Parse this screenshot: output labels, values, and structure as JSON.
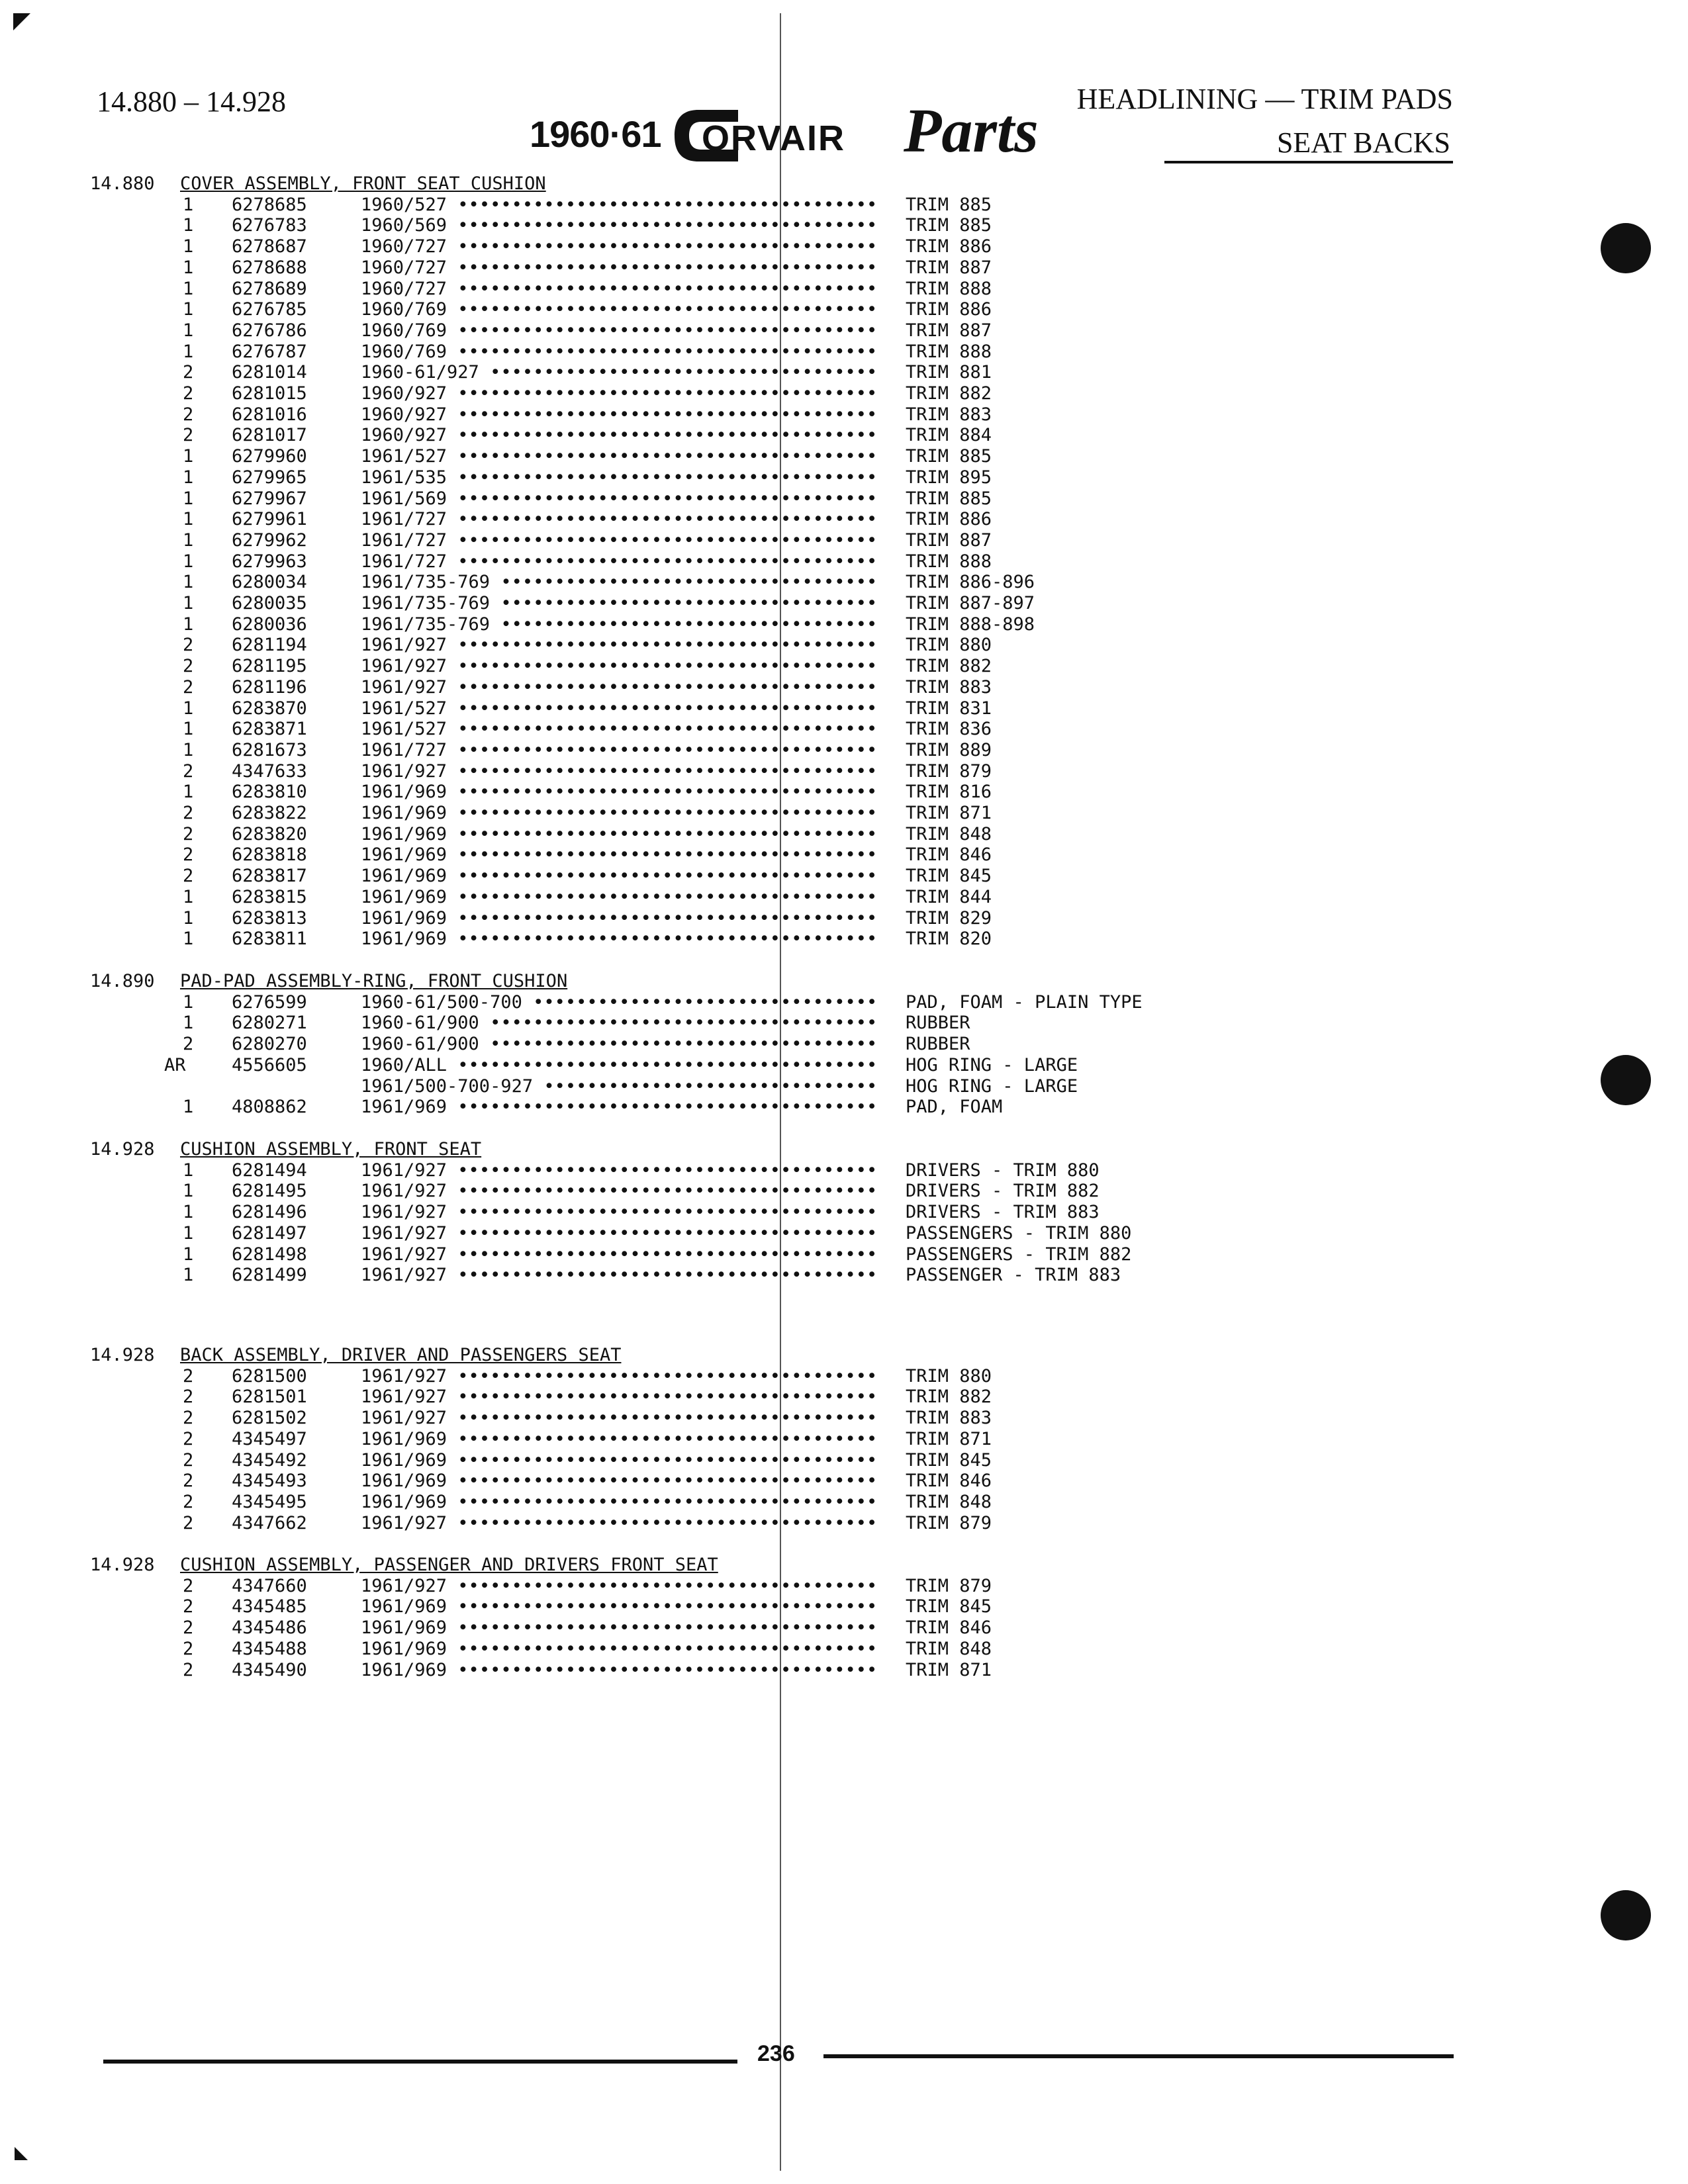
{
  "header": {
    "page_range": "14.880 – 14.928",
    "logo_year": "1960·61",
    "logo_brand": "ORVAIR",
    "logo_script": "Parts",
    "title_line1": "HEADLINING — TRIM PADS",
    "title_line2": "SEAT BACKS"
  },
  "page_number": "236",
  "sections": [
    {
      "code": "14.880",
      "title": "COVER ASSEMBLY, FRONT SEAT CUSHION",
      "rows": [
        {
          "qty": "1",
          "part": "6278685",
          "year": "1960/527",
          "desc": "TRIM 885"
        },
        {
          "qty": "1",
          "part": "6276783",
          "year": "1960/569",
          "desc": "TRIM 885"
        },
        {
          "qty": "1",
          "part": "6278687",
          "year": "1960/727",
          "desc": "TRIM 886"
        },
        {
          "qty": "1",
          "part": "6278688",
          "year": "1960/727",
          "desc": "TRIM 887"
        },
        {
          "qty": "1",
          "part": "6278689",
          "year": "1960/727",
          "desc": "TRIM 888"
        },
        {
          "qty": "1",
          "part": "6276785",
          "year": "1960/769",
          "desc": "TRIM 886"
        },
        {
          "qty": "1",
          "part": "6276786",
          "year": "1960/769",
          "desc": "TRIM 887"
        },
        {
          "qty": "1",
          "part": "6276787",
          "year": "1960/769",
          "desc": "TRIM 888"
        },
        {
          "qty": "2",
          "part": "6281014",
          "year": "1960-61/927",
          "desc": "TRIM 881"
        },
        {
          "qty": "2",
          "part": "6281015",
          "year": "1960/927",
          "desc": "TRIM 882"
        },
        {
          "qty": "2",
          "part": "6281016",
          "year": "1960/927",
          "desc": "TRIM 883"
        },
        {
          "qty": "2",
          "part": "6281017",
          "year": "1960/927",
          "desc": "TRIM 884"
        },
        {
          "qty": "1",
          "part": "6279960",
          "year": "1961/527",
          "desc": "TRIM 885"
        },
        {
          "qty": "1",
          "part": "6279965",
          "year": "1961/535",
          "desc": "TRIM 895"
        },
        {
          "qty": "1",
          "part": "6279967",
          "year": "1961/569",
          "desc": "TRIM 885"
        },
        {
          "qty": "1",
          "part": "6279961",
          "year": "1961/727",
          "desc": "TRIM 886"
        },
        {
          "qty": "1",
          "part": "6279962",
          "year": "1961/727",
          "desc": "TRIM 887"
        },
        {
          "qty": "1",
          "part": "6279963",
          "year": "1961/727",
          "desc": "TRIM 888"
        },
        {
          "qty": "1",
          "part": "6280034",
          "year": "1961/735-769",
          "desc": "TRIM 886-896"
        },
        {
          "qty": "1",
          "part": "6280035",
          "year": "1961/735-769",
          "desc": "TRIM 887-897"
        },
        {
          "qty": "1",
          "part": "6280036",
          "year": "1961/735-769",
          "desc": "TRIM 888-898"
        },
        {
          "qty": "2",
          "part": "6281194",
          "year": "1961/927",
          "desc": "TRIM 880"
        },
        {
          "qty": "2",
          "part": "6281195",
          "year": "1961/927",
          "desc": "TRIM 882"
        },
        {
          "qty": "2",
          "part": "6281196",
          "year": "1961/927",
          "desc": "TRIM 883"
        },
        {
          "qty": "1",
          "part": "6283870",
          "year": "1961/527",
          "desc": "TRIM 831"
        },
        {
          "qty": "1",
          "part": "6283871",
          "year": "1961/527",
          "desc": "TRIM 836"
        },
        {
          "qty": "1",
          "part": "6281673",
          "year": "1961/727",
          "desc": "TRIM 889"
        },
        {
          "qty": "2",
          "part": "4347633",
          "year": "1961/927",
          "desc": "TRIM 879"
        },
        {
          "qty": "1",
          "part": "6283810",
          "year": "1961/969",
          "desc": "TRIM 816"
        },
        {
          "qty": "2",
          "part": "6283822",
          "year": "1961/969",
          "desc": "TRIM 871"
        },
        {
          "qty": "2",
          "part": "6283820",
          "year": "1961/969",
          "desc": "TRIM 848"
        },
        {
          "qty": "2",
          "part": "6283818",
          "year": "1961/969",
          "desc": "TRIM 846"
        },
        {
          "qty": "2",
          "part": "6283817",
          "year": "1961/969",
          "desc": "TRIM 845"
        },
        {
          "qty": "1",
          "part": "6283815",
          "year": "1961/969",
          "desc": "TRIM 844"
        },
        {
          "qty": "1",
          "part": "6283813",
          "year": "1961/969",
          "desc": "TRIM 829"
        },
        {
          "qty": "1",
          "part": "6283811",
          "year": "1961/969",
          "desc": "TRIM 820"
        }
      ]
    },
    {
      "code": "14.890",
      "title": "PAD-PAD ASSEMBLY-RING, FRONT CUSHION",
      "rows": [
        {
          "qty": "1",
          "part": "6276599",
          "year": "1960-61/500-700",
          "desc": "PAD, FOAM - PLAIN TYPE"
        },
        {
          "qty": "1",
          "part": "6280271",
          "year": "1960-61/900",
          "desc": "RUBBER"
        },
        {
          "qty": "2",
          "part": "6280270",
          "year": "1960-61/900",
          "desc": "RUBBER"
        },
        {
          "qty": "AR",
          "part": "4556605",
          "year": "1960/ALL",
          "desc": "HOG RING - LARGE"
        },
        {
          "qty": "",
          "part": "",
          "year": "1961/500-700-927",
          "desc": "HOG RING - LARGE"
        },
        {
          "qty": "1",
          "part": "4808862",
          "year": "1961/969",
          "desc": "PAD, FOAM"
        }
      ]
    },
    {
      "code": "14.928",
      "title": "CUSHION ASSEMBLY, FRONT SEAT",
      "rows": [
        {
          "qty": "1",
          "part": "6281494",
          "year": "1961/927",
          "desc": "DRIVERS - TRIM 880"
        },
        {
          "qty": "1",
          "part": "6281495",
          "year": "1961/927",
          "desc": "DRIVERS - TRIM 882"
        },
        {
          "qty": "1",
          "part": "6281496",
          "year": "1961/927",
          "desc": "DRIVERS - TRIM 883"
        },
        {
          "qty": "1",
          "part": "6281497",
          "year": "1961/927",
          "desc": "PASSENGERS - TRIM 880"
        },
        {
          "qty": "1",
          "part": "6281498",
          "year": "1961/927",
          "desc": "PASSENGERS - TRIM 882"
        },
        {
          "qty": "1",
          "part": "6281499",
          "year": "1961/927",
          "desc": "PASSENGER - TRIM 883"
        }
      ]
    },
    {
      "code": "14.928",
      "title": "BACK ASSEMBLY, DRIVER AND PASSENGERS SEAT",
      "rows": [
        {
          "qty": "2",
          "part": "6281500",
          "year": "1961/927",
          "desc": "TRIM 880"
        },
        {
          "qty": "2",
          "part": "6281501",
          "year": "1961/927",
          "desc": "TRIM 882"
        },
        {
          "qty": "2",
          "part": "6281502",
          "year": "1961/927",
          "desc": "TRIM 883"
        },
        {
          "qty": "2",
          "part": "4345497",
          "year": "1961/969",
          "desc": "TRIM 871"
        },
        {
          "qty": "2",
          "part": "4345492",
          "year": "1961/969",
          "desc": "TRIM 845"
        },
        {
          "qty": "2",
          "part": "4345493",
          "year": "1961/969",
          "desc": "TRIM 846"
        },
        {
          "qty": "2",
          "part": "4345495",
          "year": "1961/969",
          "desc": "TRIM 848"
        },
        {
          "qty": "2",
          "part": "4347662",
          "year": "1961/927",
          "desc": "TRIM 879"
        }
      ]
    },
    {
      "code": "14.928",
      "title": "CUSHION ASSEMBLY, PASSENGER AND DRIVERS FRONT SEAT",
      "rows": [
        {
          "qty": "2",
          "part": "4347660",
          "year": "1961/927",
          "desc": "TRIM 879"
        },
        {
          "qty": "2",
          "part": "4345485",
          "year": "1961/969",
          "desc": "TRIM 845"
        },
        {
          "qty": "2",
          "part": "4345486",
          "year": "1961/969",
          "desc": "TRIM 846"
        },
        {
          "qty": "2",
          "part": "4345488",
          "year": "1961/969",
          "desc": "TRIM 848"
        },
        {
          "qty": "2",
          "part": "4345490",
          "year": "1961/969",
          "desc": "TRIM 871"
        }
      ]
    }
  ]
}
